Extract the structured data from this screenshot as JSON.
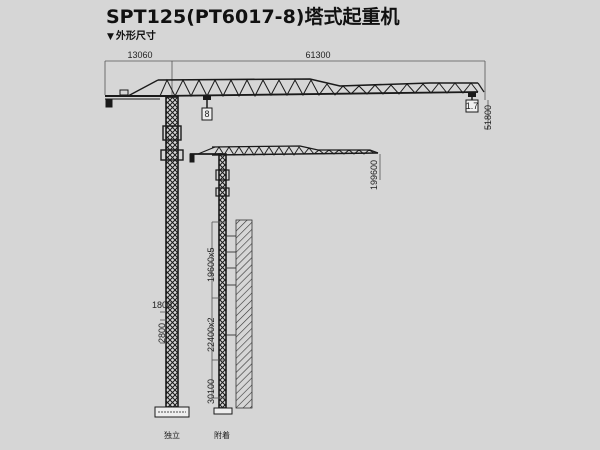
{
  "title": "SPT125(PT6017-8)塔式起重机",
  "section": {
    "marker": "▼",
    "label": "外形尺寸"
  },
  "crane_main": {
    "counter_jib_length": "13060",
    "jib_length": "61300",
    "tip_height_dim": "51800",
    "load_near": "8",
    "load_tip": "1.7",
    "mast_section_dim": "1800",
    "free_height_dim": "2800",
    "base_label": "独立"
  },
  "crane_attached": {
    "tip_height_dim": "199600",
    "attach_interval_upper": "19600x5",
    "attach_interval_lower": "22400x2",
    "bottom_height": "30100",
    "base_label": "附着"
  },
  "colors": {
    "background": "#d6d6d6",
    "lines": "#1a1a1a",
    "dim_lines": "#555555"
  }
}
